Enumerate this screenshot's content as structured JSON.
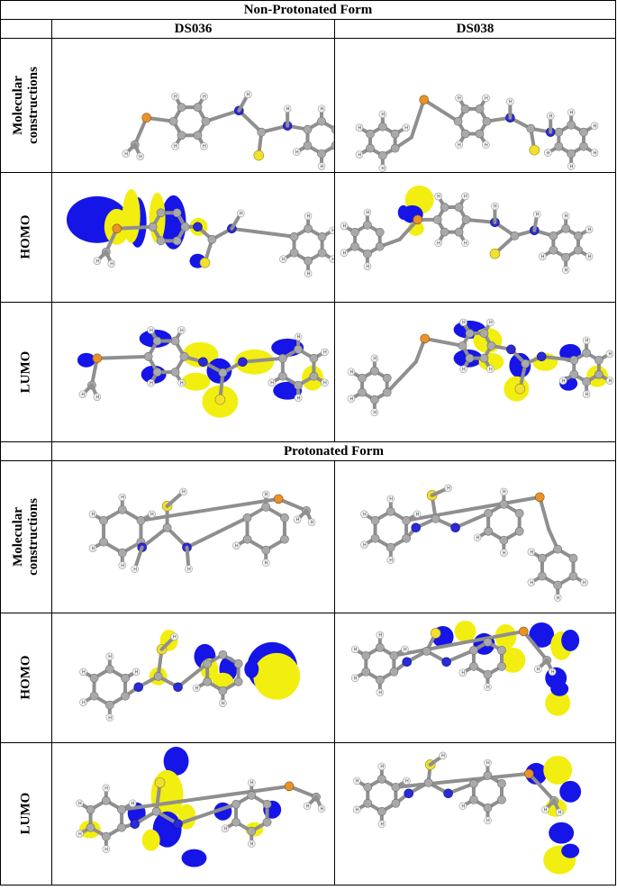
{
  "sections": {
    "non_protonated": "Non-Protonated Form",
    "protonated": "Protonated Form"
  },
  "columns": [
    "DS036",
    "DS038"
  ],
  "rows": {
    "molecular": [
      "Molecular",
      "constructions"
    ],
    "homo": "HOMO",
    "lumo": "LUMO"
  },
  "colors": {
    "orbital_positive": "#1515e8",
    "orbital_negative": "#f2ee10",
    "carbon": "#a9a9a9",
    "hydrogen": "#f4f4f4",
    "nitrogen": "#2a2ad8",
    "sulfur": "#f0e030",
    "oxygen": "#e8922a"
  }
}
